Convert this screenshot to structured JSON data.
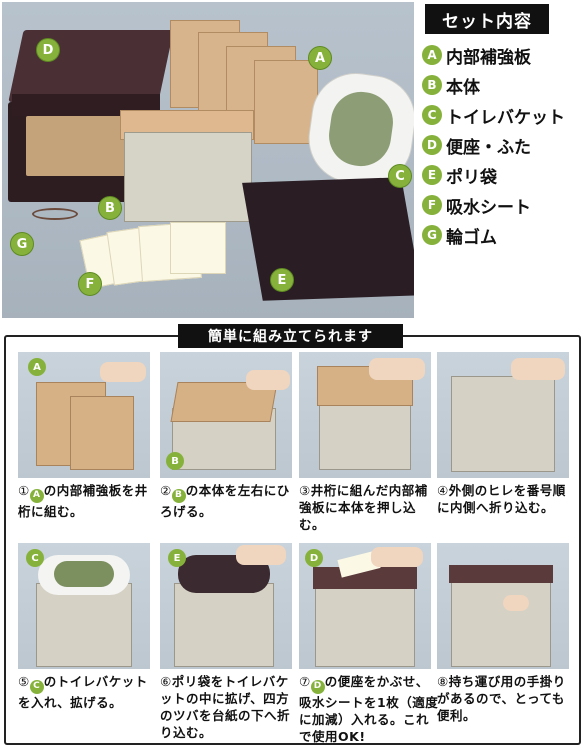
{
  "set_contents": {
    "title": "セット内容",
    "items": [
      {
        "letter": "A",
        "label": "内部補強板"
      },
      {
        "letter": "B",
        "label": "本体"
      },
      {
        "letter": "C",
        "label": "トイレバケット"
      },
      {
        "letter": "D",
        "label": "便座・ふた"
      },
      {
        "letter": "E",
        "label": "ポリ袋"
      },
      {
        "letter": "F",
        "label": "吸水シート"
      },
      {
        "letter": "G",
        "label": "輪ゴム"
      }
    ],
    "photo_badges": [
      "D",
      "A",
      "B",
      "C",
      "G",
      "F",
      "E"
    ]
  },
  "assembly": {
    "title": "簡単に組み立てられます",
    "steps": [
      {
        "num": "①",
        "letter": "A",
        "badge": "A",
        "text": "の内部補強板を井桁に組む。"
      },
      {
        "num": "②",
        "letter": "B",
        "badge": "B",
        "text": "の本体を左右にひろげる。"
      },
      {
        "num": "③",
        "letter": "",
        "badge": "",
        "text": "井桁に組んだ内部補強板に本体を押し込む。"
      },
      {
        "num": "④",
        "letter": "",
        "badge": "",
        "text": "外側のヒレを番号順に内側へ折り込む。"
      },
      {
        "num": "⑤",
        "letter": "C",
        "badge": "C",
        "text": "のトイレバケットを入れ、拡げる。"
      },
      {
        "num": "⑥",
        "letter": "",
        "badge": "E",
        "text": "ポリ袋をトイレバケットの中に拡げ、四方のツバを台紙の下へ折り込む。"
      },
      {
        "num": "⑦",
        "letter": "D",
        "badge": "D",
        "text": "の便座をかぶせ、吸水シートを1枚（適度に加減）入れる。これで使用OK!"
      },
      {
        "num": "⑧",
        "letter": "",
        "badge": "",
        "text": "持ち運び用の手掛りがあるので、とっても便利。"
      }
    ]
  },
  "colors": {
    "badge_green": "#86b23c",
    "title_black": "#111111"
  }
}
